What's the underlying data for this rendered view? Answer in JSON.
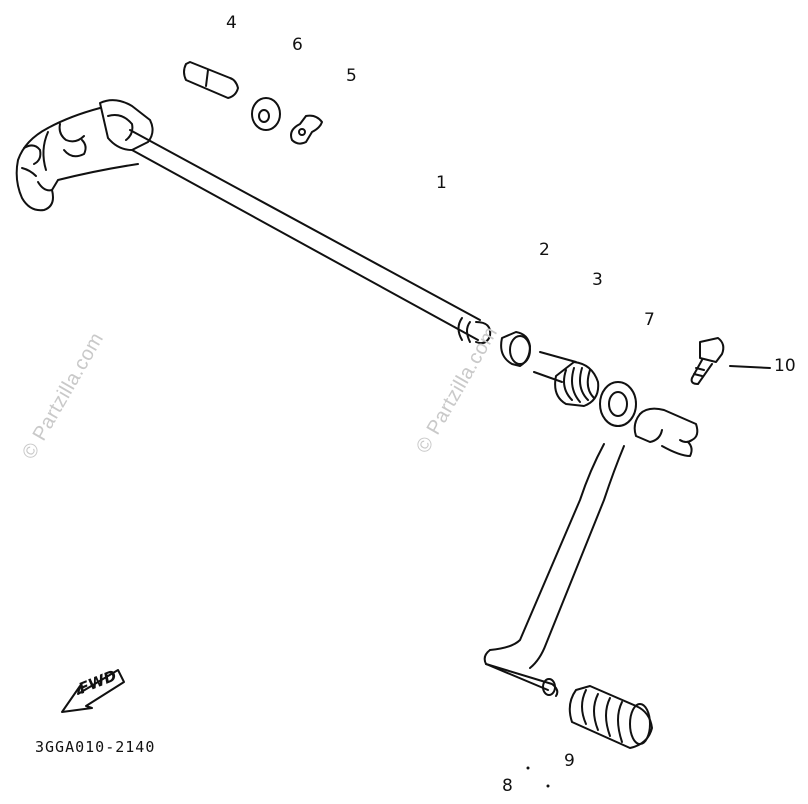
{
  "watermarks": [
    "© Partzilla.com",
    "© Partzilla.com"
  ],
  "callouts": {
    "c1": "1",
    "c2": "2",
    "c3": "3",
    "c4": "4",
    "c5": "5",
    "c6": "6",
    "c7": "7",
    "c8": "8",
    "c9": "9",
    "c10": "10"
  },
  "fwd_label": "FWD",
  "diagram_code": "3GGA010-2140",
  "parts": [
    {
      "id": "1",
      "name": "shift-shaft"
    },
    {
      "id": "2",
      "name": "collar"
    },
    {
      "id": "3",
      "name": "torsion-spring"
    },
    {
      "id": "4",
      "name": "pin"
    },
    {
      "id": "5",
      "name": "circlip"
    },
    {
      "id": "6",
      "name": "washer"
    },
    {
      "id": "7",
      "name": "washer"
    },
    {
      "id": "8",
      "name": "shift-pedal"
    },
    {
      "id": "9",
      "name": "pedal-rubber"
    },
    {
      "id": "10",
      "name": "bolt"
    }
  ]
}
